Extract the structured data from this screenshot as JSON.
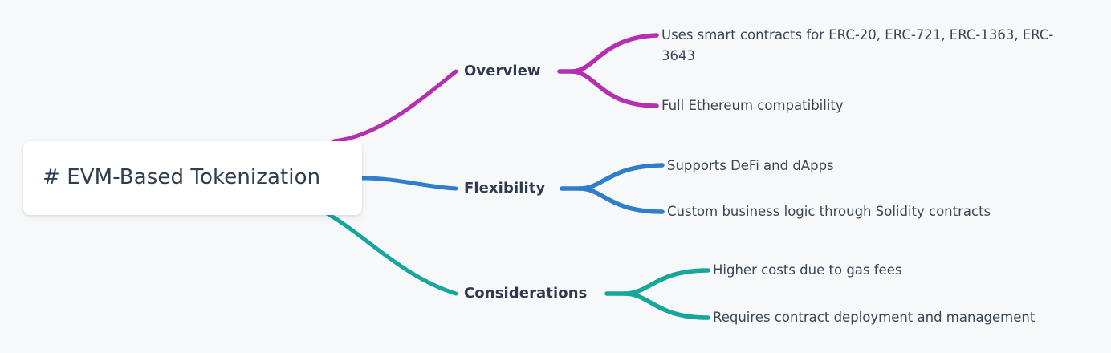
{
  "diagram": {
    "type": "mindmap",
    "background_color": "#F7F8FA",
    "root": {
      "label": "# EVM-Based Tokenization",
      "text_color": "#303D4E",
      "card_color": "#FFFFFF"
    },
    "branches": [
      {
        "label": "Overview",
        "color": "#B62FB0",
        "children": [
          {
            "label": "Uses smart contracts for ERC-20, ERC-721, ERC-1363, ERC-3643"
          },
          {
            "label": "Full Ethereum compatibility"
          }
        ]
      },
      {
        "label": "Flexibility",
        "color": "#2E7ECB",
        "children": [
          {
            "label": "Supports DeFi and dApps"
          },
          {
            "label": "Custom business logic through Solidity contracts"
          }
        ]
      },
      {
        "label": "Considerations",
        "color": "#16A69B",
        "children": [
          {
            "label": "Higher costs due to gas fees"
          },
          {
            "label": "Requires contract deployment and management"
          }
        ]
      }
    ]
  }
}
